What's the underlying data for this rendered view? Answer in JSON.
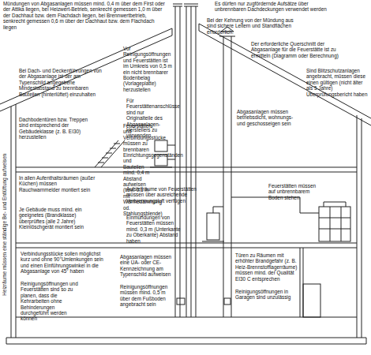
{
  "diagram": {
    "labels": [
      "Mündungen von Abgasanlagen müssen mind. 0,4 m über dem First oder der Attika liegen, bei Heizwert-Betrieb, senkrecht gemessen 1,0 m über der Dachhaut bzw. dem Flachdach liegen, bei Brennwertbetrieb, senkrecht gemessen 0,6 m über der Dachhaut bzw. dem Flachdach liegen",
      "Es dürfen nur zugfördernde Aufsätze über unbrennbaren Dachdeckungen verwendet werden",
      "Bei der Kehrung von der Mündung aus sind sichere Leitern und Standflächen erforderlich.",
      "Der erforderliche Querschnitt der Abgasanlage für die Feuerstätte ist zu ermitteln (Diagramm oder Berechnung)",
      "Vor Reinigungsöffnungen und Feuerstätten ist im Umkreis von 0,5 m ein nicht brennbarer Bodenbelag (Vorlageplatte) herzustellen",
      "Sind Blitzschutzanlagen angebracht, müssen diese einen gültigen (nicht älter als 5 Jahre) Überprüfungsbericht haben",
      "Bei Dach- und Deckenführungen von der Abgasanlage ist der am Typenschild angegebene Mindestabstand zu brennbaren Bauteilen (hinterlüftet) einzuhalten",
      "Für Feuerstättenanschlüsse sind nur Originalteile des Abgasanlagen-Herstellers zu verwenden",
      "Dachbodentüren bzw. Treppen sind entsprechend der Gebäudeklasse (z. B. EI30) herzustellen",
      "Feuerstätten und Verbindungsstücke müssen zu brennbaren Einrichtungsgegenständen und Bauteilen mind. 0,4 m Abstand aufweisen (bzw. 0,1 m mit Wärmedämmung od. Stahlungsblende)",
      "Abgasanlagen müssen betriebsdicht, wohnungs- und geschosseigen sein",
      "In allen Aufenthaltsräumen (außer Küchen) müssen Rauchwarnmelder montiert sein",
      "Aufstellräume von Feuerstätten müssen über ausreichende Verbrennungsluft verfügen",
      "Je Gebäude muss mind. ein geeignetes (Brandklasse) überprüftes (alle 2 Jahre) Kleinlöschgerät montiert sein",
      "Einmündungen von Feuerstätten müssen mind. 0,3 m (Unterkante zu Oberkante) Abstand haben",
      "Feuerstätten müssen auf unbrennbarem Boden stehen",
      "Verbindungsstücke sollen möglichst kurz und ohne 90°Umlenkungen sein und einen Einführungswinkel in die Abgasanlage von 45° haben",
      "Abgasanlagen müssen eine ÜA- oder CE-Kennzeichnung am Typenschild aufweisen",
      "Türen zu Räumen mit erhöhter Brandgefahr (z. B. Heiz-Brennstofflagerräume) müssen mind. der Qualität EI30 C entsprechen",
      "Reinigungsöffnungen und Feuerstätten sind so zu planen, dass die Kehrarbeiten ohne Behinderungen durchgeführt werden können",
      "Reinigungsöffnungen müssen mind. 0,5 m über dem Fußboden angebracht sein",
      "Reinigungsöffnungen in Garagen sind unzulässig",
      "Heizräume müssen eine ständige Be- und Entlüftung aufweisen"
    ]
  }
}
